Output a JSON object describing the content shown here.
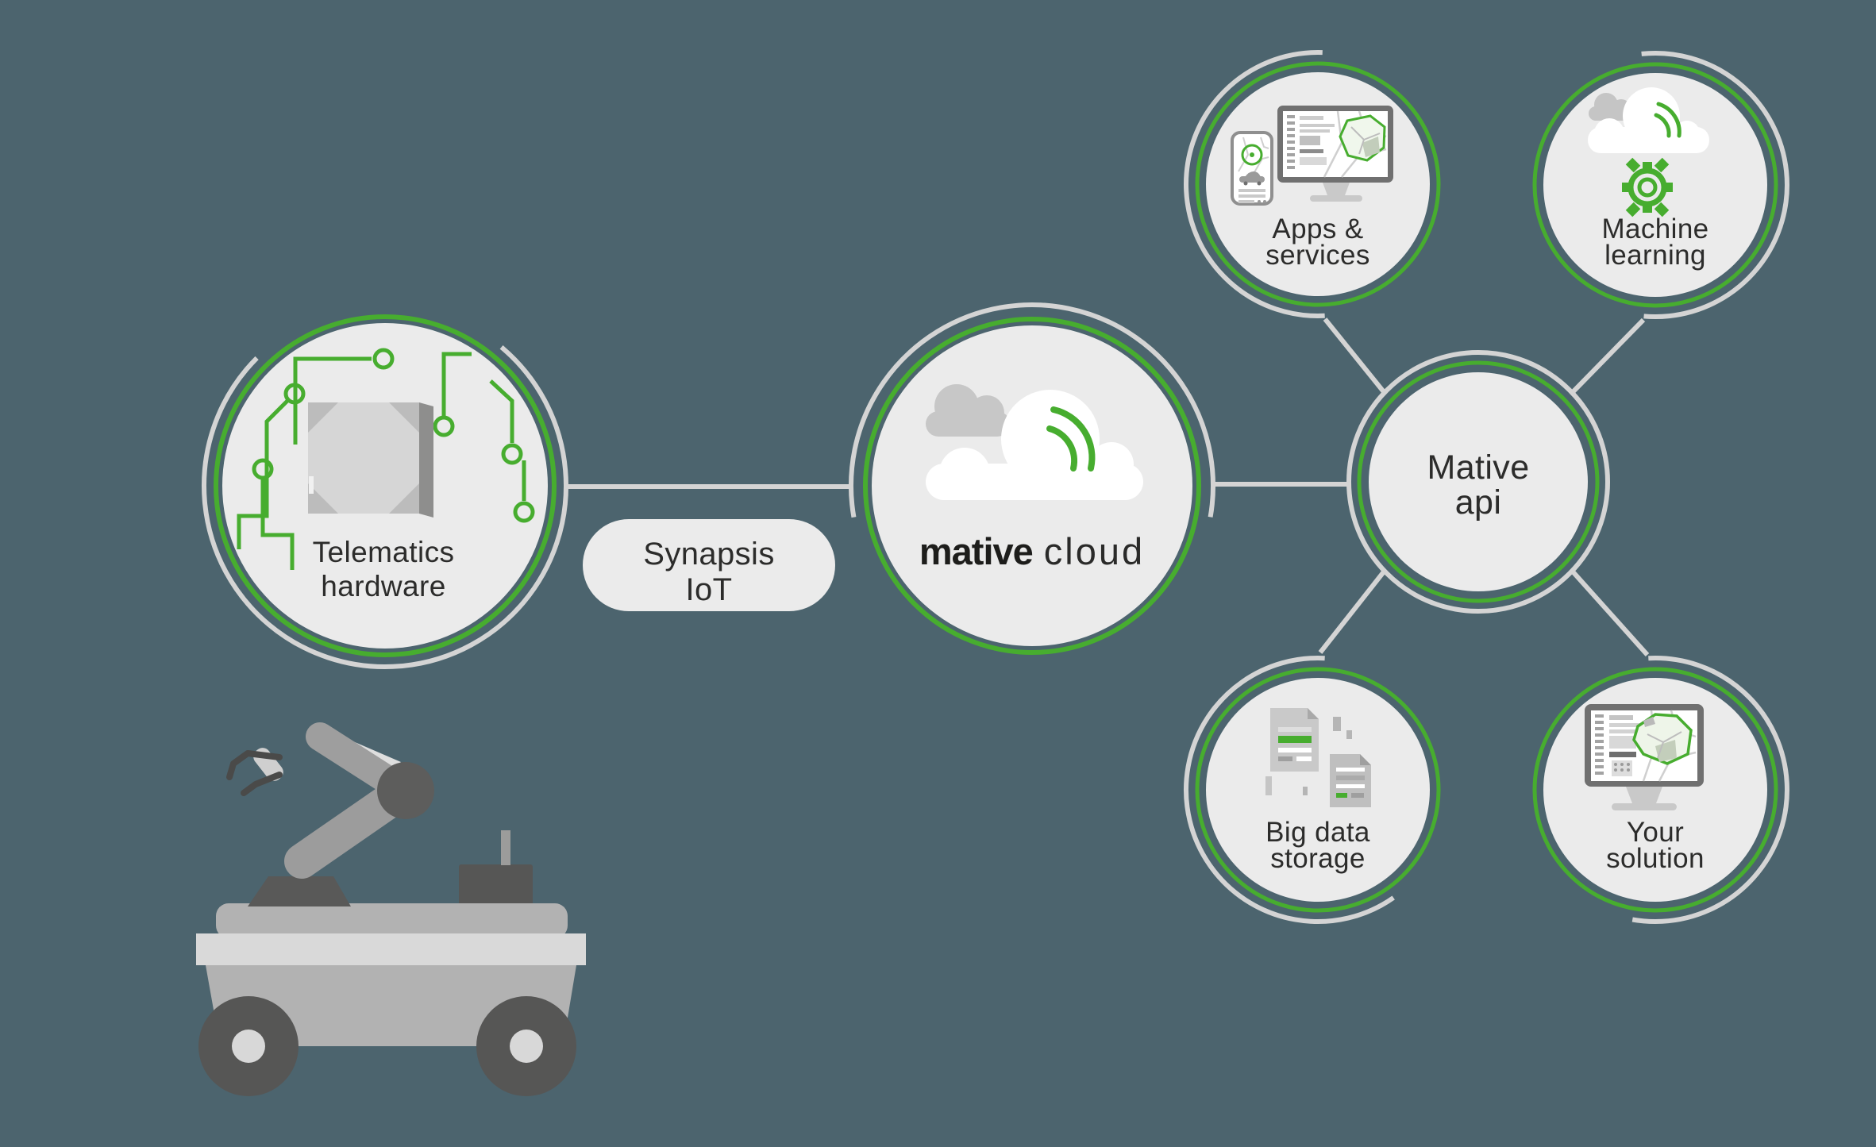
{
  "palette": {
    "background": "#4c646e",
    "accent_green": "#47ad2f",
    "thread_gray": "#d4d4d4",
    "node_fill": "#ebebeb",
    "text_color": "#2c2c2b"
  },
  "nodes": {
    "telematics": {
      "label_line1": "Telematics",
      "label_line2": "hardware",
      "icon": "telematics-device-icon"
    },
    "synapsis": {
      "label_line1": "Synapsis",
      "label_line2": "IoT"
    },
    "cloud": {
      "brand_bold": "mative",
      "brand_light": "cloud",
      "icon": "cloud-signal-icon"
    },
    "api": {
      "label_line1": "Mative",
      "label_line2": "api"
    },
    "apps": {
      "label_line1": "Apps &",
      "label_line2": "services",
      "icon": "devices-map-icon"
    },
    "machine_learning": {
      "label_line1": "Machine",
      "label_line2": "learning",
      "icon": "cloud-gear-icon"
    },
    "big_data": {
      "label_line1": "Big data",
      "label_line2": "storage",
      "icon": "documents-icon"
    },
    "your_solution": {
      "label_line1": "Your",
      "label_line2": "solution",
      "icon": "monitor-map-icon"
    }
  },
  "illustration": {
    "name": "robot-rover-arm-icon"
  }
}
